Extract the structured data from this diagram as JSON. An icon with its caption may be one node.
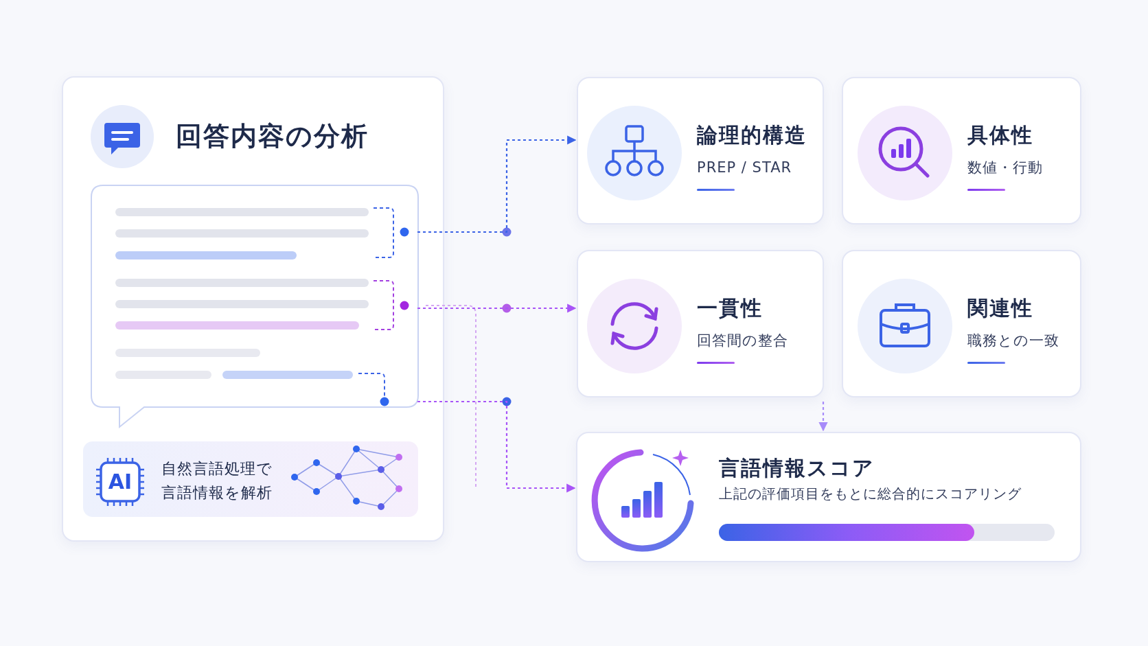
{
  "diagram": {
    "nodes": [
      {
        "text": [
          "回答内容の分析"
        ]
      },
      {
        "text": [],
        "shape": "box",
        "in": 0
      },
      {
        "text": [
          "AI",
          "自然言語処理で言語情報を解析"
        ],
        "in": 0
      },
      {
        "text": [
          "論理的構造",
          "PREP / STAR"
        ]
      },
      {
        "text": [
          "具体性",
          "数値・行動"
        ]
      },
      {
        "text": [
          "一貫性",
          "回答間の整合"
        ]
      },
      {
        "text": [
          "関連性",
          "職務との一致"
        ]
      },
      {
        "text": [
          "言語情報スコア",
          "上記の評価項目をもとに総合的にスコアリング"
        ]
      }
    ],
    "edges": [
      {
        "from": 1,
        "to": 3,
        "arrow": "to",
        "style": "dashed",
        "color": "#3b63e6"
      },
      {
        "from": 1,
        "to": 5,
        "arrow": "to",
        "style": "dashed",
        "color": "#a855f7"
      },
      {
        "from": 1,
        "to": 7,
        "arrow": "to",
        "style": "dashed",
        "color": "#a855f7"
      },
      {
        "from": 5,
        "to": 7,
        "arrow": "to",
        "style": "dashed",
        "color": "#a78bfa"
      }
    ]
  }
}
